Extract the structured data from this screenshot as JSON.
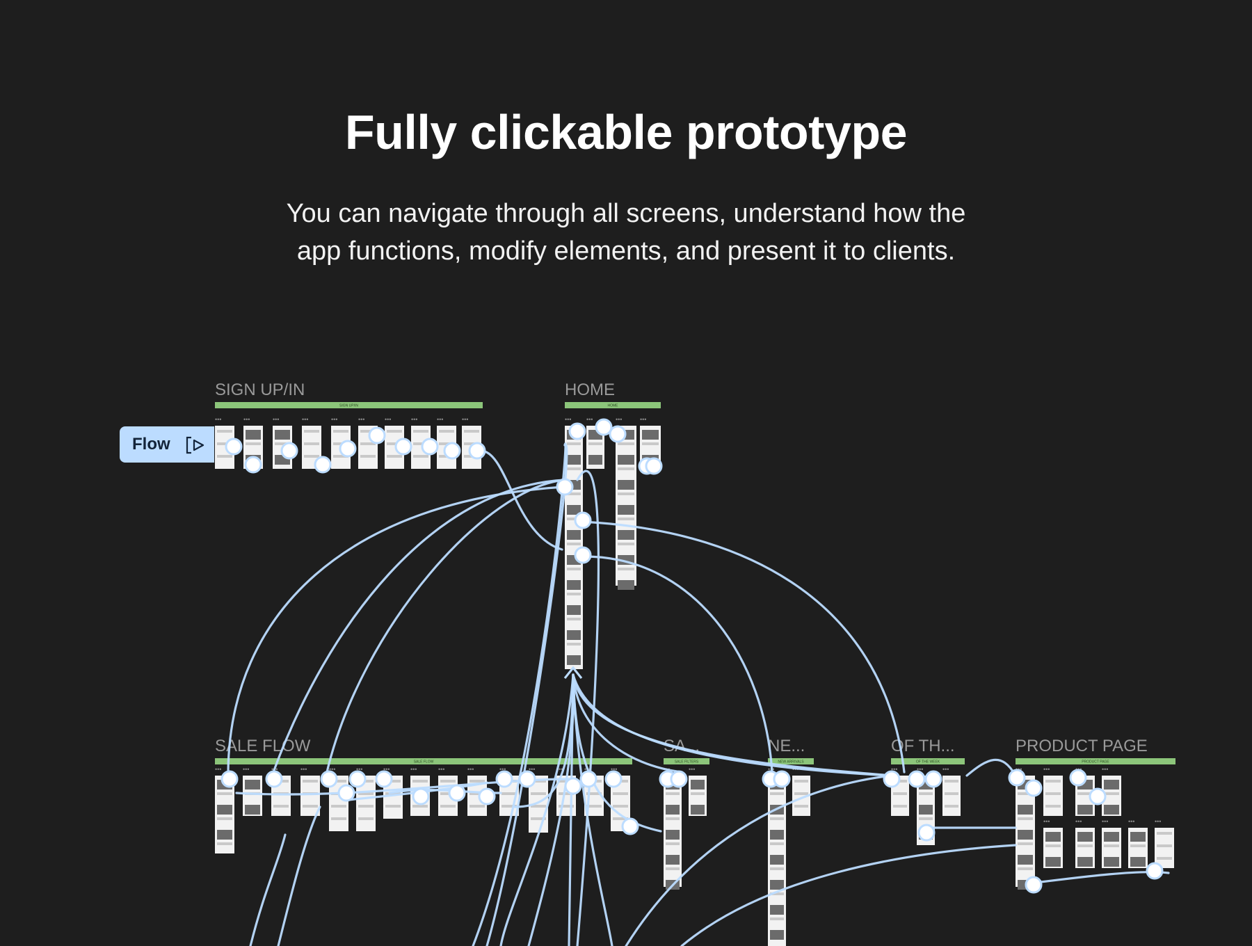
{
  "hero": {
    "title": "Fully clickable prototype",
    "subtitle": "You can navigate through all screens, understand how the app functions, modify elements, and present it to clients."
  },
  "flow_tag": {
    "label": "Flow",
    "icon": "play-frame-icon"
  },
  "sections": [
    {
      "id": "signup",
      "label": "SIGN UP/IN",
      "bar_label": "SIGN UP/IN"
    },
    {
      "id": "home",
      "label": "HOME",
      "bar_label": "HOME"
    },
    {
      "id": "sale",
      "label": "SALE FLOW",
      "bar_label": "SALE FLOW"
    },
    {
      "id": "sa",
      "label": "SA...",
      "bar_label": "SALE FILTERS"
    },
    {
      "id": "ne",
      "label": "NE...",
      "bar_label": "NEW ARRIVALS"
    },
    {
      "id": "ofth",
      "label": "OF TH...",
      "bar_label": "OF THE WEEK"
    },
    {
      "id": "product",
      "label": "PRODUCT PAGE",
      "bar_label": "PRODUCT PAGE"
    }
  ],
  "colors": {
    "background": "#1e1e1e",
    "connector": "#bcdcff",
    "section_bar": "#8cc57a",
    "section_label": "#9a9a9a",
    "screen": "#f2f2f2"
  }
}
